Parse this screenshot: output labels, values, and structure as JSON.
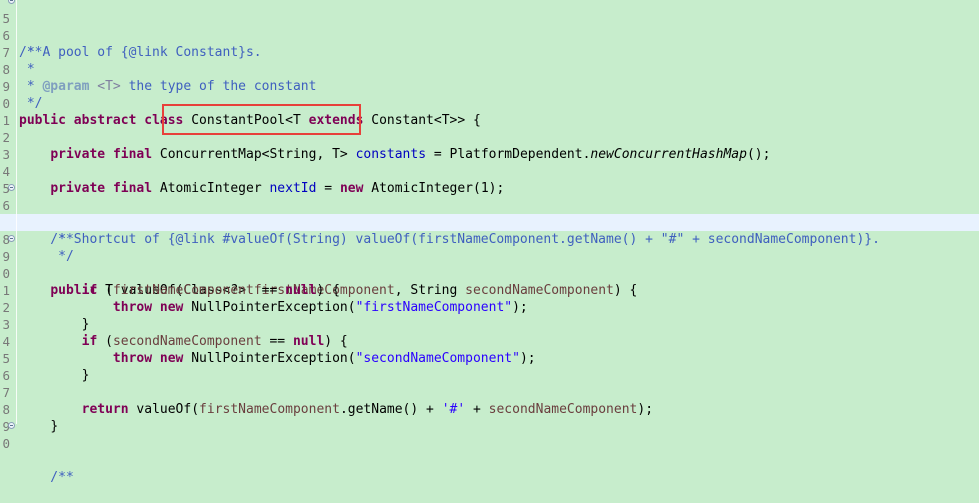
{
  "editor": {
    "background_color": "#C7EDCC",
    "current_line_color": "#E8F2FE",
    "annotation_box_color": "#E8403A",
    "current_line_number": "8",
    "annotation": {
      "label": "ConcurrentMap<String, T>",
      "line_number": "2"
    },
    "lines": [
      {
        "num": "5",
        "fold": true,
        "text": "/**"
      },
      {
        "num": "6",
        "fold": false,
        "text": " * A pool of {@link Constant}s."
      },
      {
        "num": "7",
        "fold": false,
        "text": " *"
      },
      {
        "num": "8",
        "fold": false,
        "text": " * @param <T> the type of the constant"
      },
      {
        "num": "9",
        "fold": false,
        "text": " */"
      },
      {
        "num": "0",
        "fold": false,
        "text": "public abstract class ConstantPool<T extends Constant<T>> {"
      },
      {
        "num": "1",
        "fold": false,
        "text": ""
      },
      {
        "num": "2",
        "fold": false,
        "text": "    private final ConcurrentMap<String, T> constants = PlatformDependent.newConcurrentHashMap();"
      },
      {
        "num": "3",
        "fold": false,
        "text": ""
      },
      {
        "num": "4",
        "fold": false,
        "text": "    private final AtomicInteger nextId = new AtomicInteger(1);"
      },
      {
        "num": "5",
        "fold": false,
        "text": ""
      },
      {
        "num": "6",
        "fold": true,
        "text": "    /**"
      },
      {
        "num": "7",
        "fold": false,
        "text": "     * Shortcut of {@link #valueOf(String) valueOf(firstNameComponent.getName() + \"#\" + secondNameComponent)}."
      },
      {
        "num": "8",
        "fold": false,
        "text": "     */"
      },
      {
        "num": "9",
        "fold": true,
        "text": "    public T valueOf(Class<?> firstNameComponent, String secondNameComponent) {"
      },
      {
        "num": "0",
        "fold": false,
        "text": "        if (firstNameComponent == null) {"
      },
      {
        "num": "1",
        "fold": false,
        "text": "            throw new NullPointerException(\"firstNameComponent\");"
      },
      {
        "num": "2",
        "fold": false,
        "text": "        }"
      },
      {
        "num": "3",
        "fold": false,
        "text": "        if (secondNameComponent == null) {"
      },
      {
        "num": "4",
        "fold": false,
        "text": "            throw new NullPointerException(\"secondNameComponent\");"
      },
      {
        "num": "5",
        "fold": false,
        "text": "        }"
      },
      {
        "num": "6",
        "fold": false,
        "text": ""
      },
      {
        "num": "7",
        "fold": false,
        "text": "        return valueOf(firstNameComponent.getName() + '#' + secondNameComponent);"
      },
      {
        "num": "8",
        "fold": false,
        "text": "    }"
      },
      {
        "num": "9",
        "fold": false,
        "text": ""
      },
      {
        "num": "0",
        "fold": true,
        "text": "    /**"
      }
    ],
    "tokens": {
      "l5": {
        "a": "/**"
      },
      "l6": {
        "a": " * A pool of {@link Constant}s."
      },
      "l7": {
        "a": " *"
      },
      "l8": {
        "a": " * ",
        "tag": "@param",
        "type": " <T>",
        "b": " the type of the constant"
      },
      "l9": {
        "a": " */"
      },
      "l10": {
        "kw1": "public",
        "kw2": "abstract",
        "kw3": "class",
        "b": " ConstantPool<T ",
        "kw4": "extends",
        "c": " Constant<T>> {"
      },
      "l12": {
        "kw1": "private",
        "kw2": "final",
        "type": "ConcurrentMap<String, T>",
        "fld": "constants",
        "b": " = PlatformDependent.",
        "call": "newConcurrentHashMap",
        "c": "();"
      },
      "l14": {
        "kw1": "private",
        "kw2": "final",
        "type": "AtomicInteger",
        "fld": "nextId",
        "b": " = ",
        "kw3": "new",
        "c": " AtomicInteger(1);"
      },
      "l16": {
        "a": "    /**"
      },
      "l17": {
        "a": "     * Shortcut of {@link #valueOf(String) valueOf(firstNameComponent.getName() + \"#\" + secondNameComponent)}."
      },
      "l18": {
        "a": "     */"
      },
      "l19": {
        "kw1": "public",
        "b": " T valueOf(Class<?> ",
        "p1": "firstNameComponent",
        "c": ", String ",
        "p2": "secondNameComponent",
        "d": ") {"
      },
      "l20": {
        "kw1": "if",
        "b": " (",
        "p1": "firstNameComponent",
        "c": " == ",
        "kw2": "null",
        "d": ") {"
      },
      "l21": {
        "kw1": "throw",
        "kw2": "new",
        "b": " NullPointerException(",
        "s": "\"firstNameComponent\"",
        "c": ");"
      },
      "l22": {
        "a": "}"
      },
      "l23": {
        "kw1": "if",
        "b": " (",
        "p1": "secondNameComponent",
        "c": " == ",
        "kw2": "null",
        "d": ") {"
      },
      "l24": {
        "kw1": "throw",
        "kw2": "new",
        "b": " NullPointerException(",
        "s": "\"secondNameComponent\"",
        "c": ");"
      },
      "l25": {
        "a": "}"
      },
      "l27": {
        "kw1": "return",
        "b": " valueOf(",
        "p1": "firstNameComponent",
        "c": ".getName() + ",
        "s": "'#'",
        "d": " + ",
        "p2": "secondNameComponent",
        "e": ");"
      },
      "l28": {
        "a": "}"
      },
      "l30": {
        "a": "    /**"
      }
    }
  }
}
